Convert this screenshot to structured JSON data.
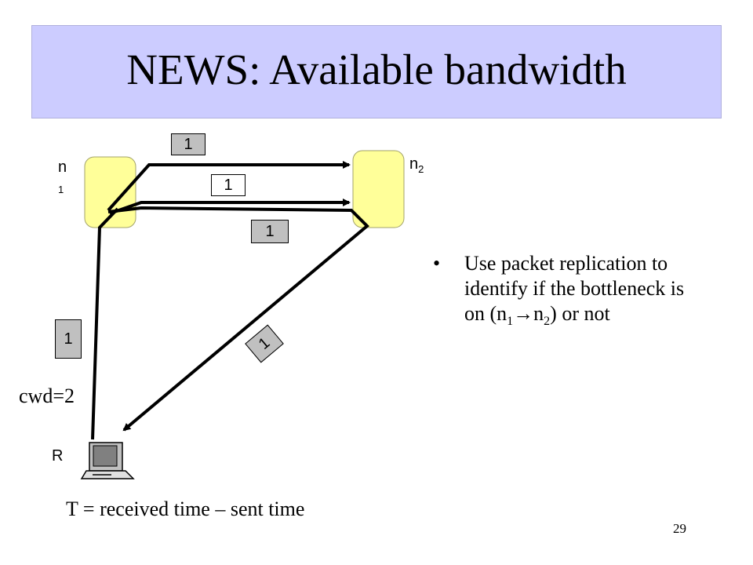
{
  "title": "NEWS: Available bandwidth",
  "nodes": {
    "n1_label": "n",
    "n1_sub": "1",
    "n2_label": "n",
    "n2_sub": "2",
    "receiver_label": "R"
  },
  "packets": [
    "1",
    "1",
    "1",
    "1",
    "1"
  ],
  "cwd_label": "cwd=2",
  "bullet": {
    "line1": "Use packet replication to identify if the bottleneck is on",
    "line2_open": "(n",
    "sub1": "1",
    "arrow": "→",
    "n": "n",
    "sub2": "2",
    "close": ") or not"
  },
  "formula": "T = received time – sent time",
  "page_number": "29",
  "colors": {
    "title_bg": "#ccccff",
    "node_fill": "#ffff99",
    "packet_fill": "#c0c0c0"
  },
  "icons": [
    "computer-icon"
  ]
}
